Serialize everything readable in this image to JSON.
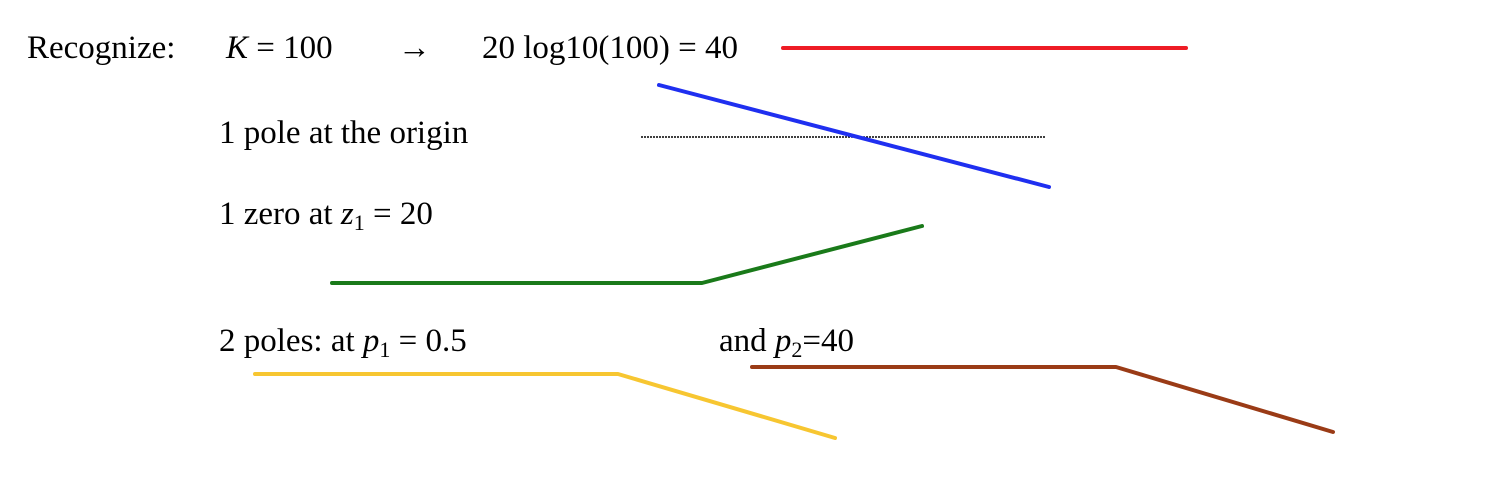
{
  "row1": {
    "label": "Recognize:",
    "k_var": "K",
    "k_eq": "= 100",
    "arrow": "→",
    "formula": "20 log10(100) = 40"
  },
  "row2": {
    "text": "1 pole at the origin"
  },
  "row3": {
    "prefix": "1 zero at ",
    "var": "z",
    "sub": "1",
    "suffix": " = 20"
  },
  "row4": {
    "prefix": "2 poles:  at ",
    "var1": "p",
    "sub1": "1",
    "suffix1": " = 0.5",
    "and": "and ",
    "var2": "p",
    "sub2": "2",
    "suffix2": "=40"
  },
  "colors": {
    "constant": "#ee1c25",
    "pole_origin": "#1f2ff0",
    "reference": "#000000",
    "zero": "#1a7a1a",
    "pole1": "#f7c631",
    "pole2": "#9a3b16"
  }
}
